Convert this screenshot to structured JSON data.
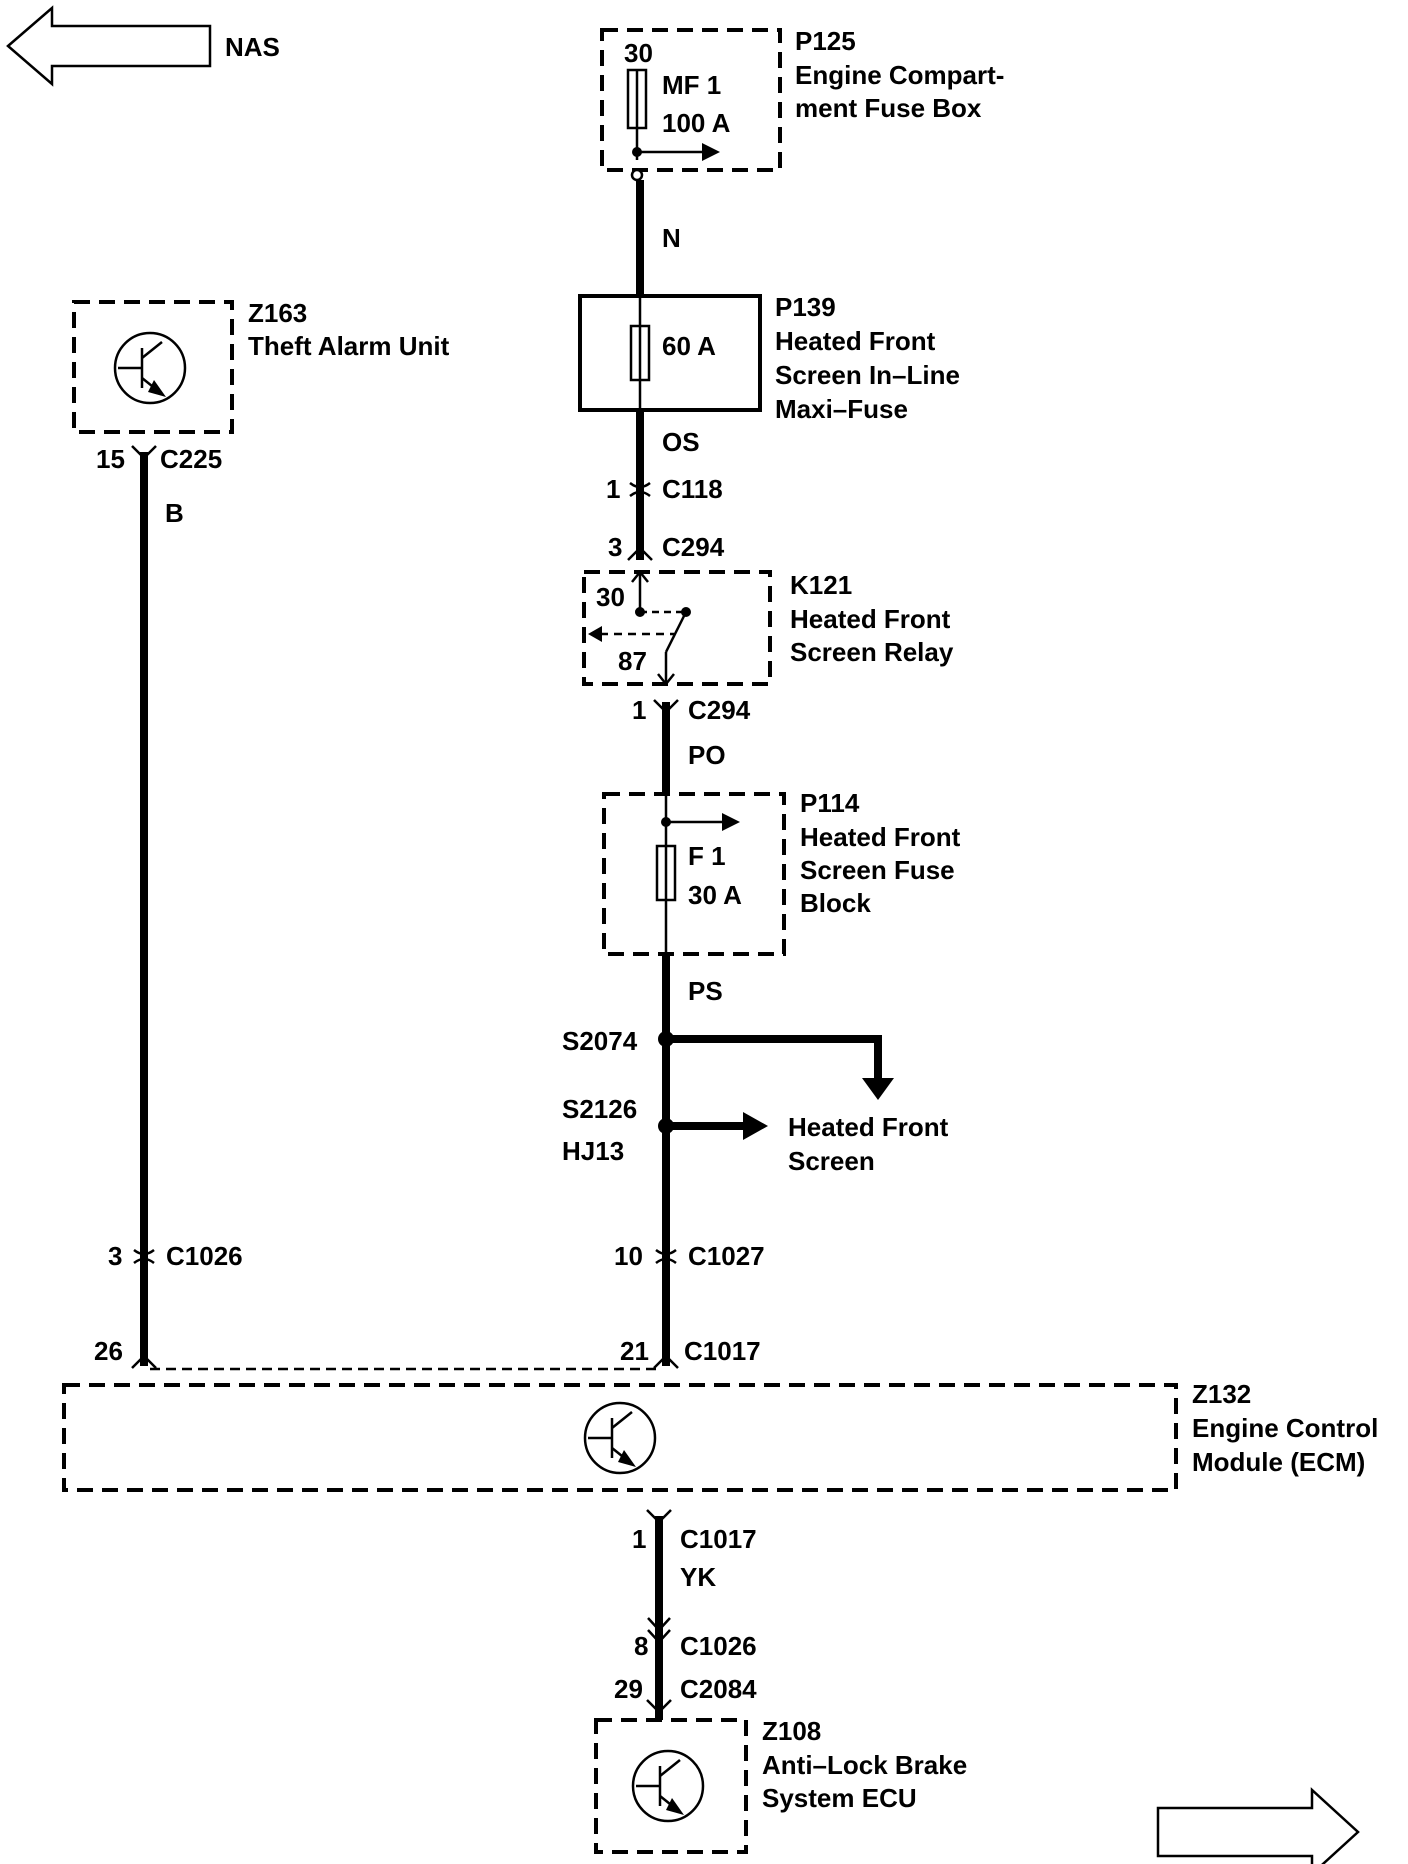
{
  "nav": {
    "left_label": "NAS"
  },
  "components": {
    "p125": {
      "id": "P125",
      "line1": "Engine Compart-",
      "line2": "ment Fuse Box",
      "pin": "30",
      "fuse_name": "MF 1",
      "fuse_rating": "100 A"
    },
    "p139": {
      "id": "P139",
      "line1": "Heated Front",
      "line2": "Screen In–Line",
      "line3": "Maxi–Fuse",
      "fuse_rating": "60 A"
    },
    "z163": {
      "id": "Z163",
      "line1": "Theft Alarm Unit"
    },
    "k121": {
      "id": "K121",
      "line1": "Heated Front",
      "line2": "Screen Relay",
      "pin_a": "30",
      "pin_b": "87"
    },
    "p114": {
      "id": "P114",
      "line1": "Heated Front",
      "line2": "Screen Fuse",
      "line3": "Block",
      "fuse_name": "F 1",
      "fuse_rating": "30 A"
    },
    "z132": {
      "id": "Z132",
      "line1": "Engine Control",
      "line2": "Module (ECM)"
    },
    "z108": {
      "id": "Z108",
      "line1": "Anti–Lock Brake",
      "line2": "System ECU"
    }
  },
  "wire_colors": {
    "n": "N",
    "os": "OS",
    "b": "B",
    "po": "PO",
    "ps": "PS",
    "yk": "YK"
  },
  "connectors": {
    "c225": {
      "pin": "15",
      "name": "C225"
    },
    "c118": {
      "pin": "1",
      "name": "C118"
    },
    "c294a": {
      "pin": "3",
      "name": "C294"
    },
    "c294b": {
      "pin": "1",
      "name": "C294"
    },
    "c1026a": {
      "pin": "3",
      "name": "C1026"
    },
    "c1027": {
      "pin": "10",
      "name": "C1027"
    },
    "ecm_left_pin": "26",
    "c1017a": {
      "pin": "21",
      "name": "C1017"
    },
    "c1017b": {
      "pin": "1",
      "name": "C1017"
    },
    "c1026b": {
      "pin": "8",
      "name": "C1026"
    },
    "c2084": {
      "pin": "29",
      "name": "C2084"
    }
  },
  "splices": {
    "s2074": "S2074",
    "s2126": "S2126",
    "hj13": "HJ13"
  },
  "destinations": {
    "heated_front_screen_line1": "Heated Front",
    "heated_front_screen_line2": "Screen"
  }
}
